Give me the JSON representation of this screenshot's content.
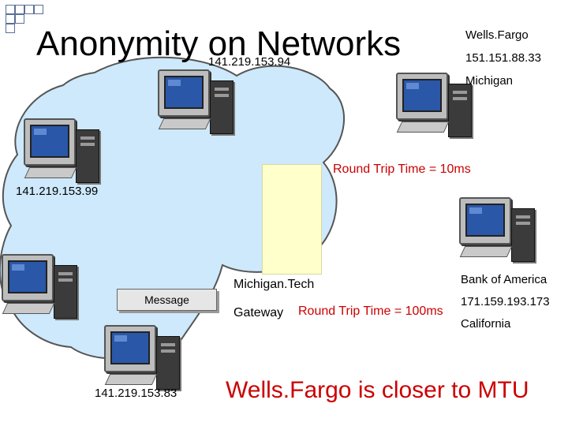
{
  "slide": {
    "title": "Anonymity on Networks"
  },
  "labels": {
    "wellsfargo_name": "Wells.Fargo",
    "wellsfargo_ip": "151.151.88.33",
    "wellsfargo_location": "Michigan",
    "top_node_ip": "141.219.153.94",
    "left_node_ip": "141.219.153.99",
    "bottom_node_ip": "141.219.153.83",
    "message": "Message",
    "gateway_name": "Michigan.Tech",
    "gateway_label": "Gateway",
    "rtt_wellsfargo": "Round Trip Time = 10ms",
    "rtt_bank": "Round Trip Time = 100ms",
    "bank_name": "Bank of America",
    "bank_ip": "171.159.193.173",
    "bank_location": "California",
    "conclusion": "Wells.Fargo is closer to MTU"
  },
  "colors": {
    "cloud_fill": "#cde9fb",
    "cloud_stroke": "#555555",
    "highlight_text": "#cc0000",
    "gateway_fill": "#ffffcc",
    "accent_squares": "#5a6f9a"
  },
  "icons": [
    "computer-icon"
  ]
}
